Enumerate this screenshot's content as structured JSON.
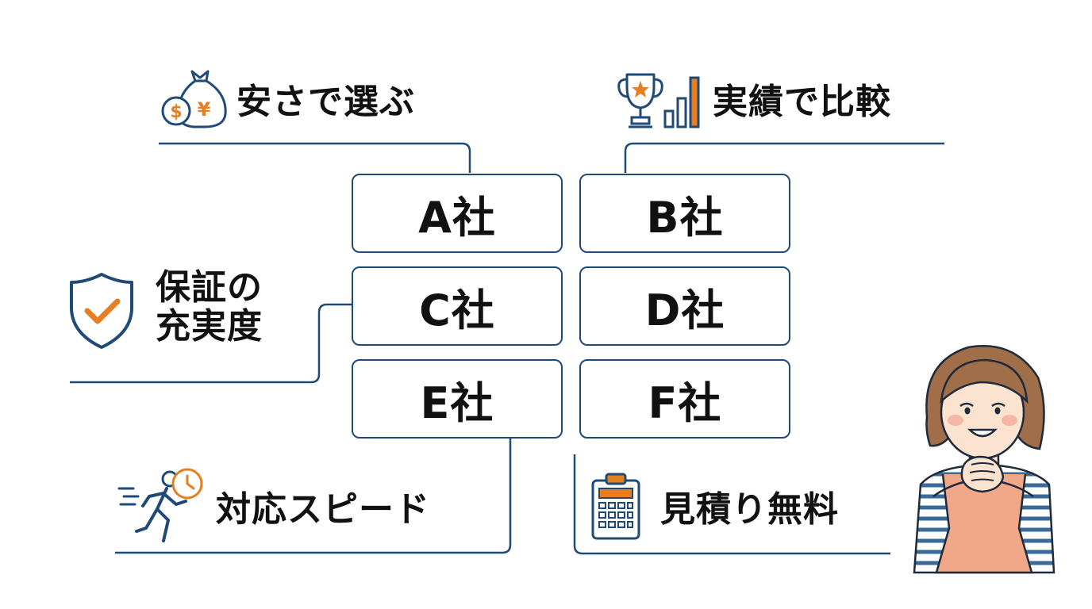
{
  "companies": [
    {
      "id": "a",
      "label": "A社"
    },
    {
      "id": "b",
      "label": "B社"
    },
    {
      "id": "c",
      "label": "C社"
    },
    {
      "id": "d",
      "label": "D社"
    },
    {
      "id": "e",
      "label": "E社"
    },
    {
      "id": "f",
      "label": "F社"
    }
  ],
  "criteria": {
    "price": {
      "label": "安さで選ぶ",
      "icon": "money-bag-coin-icon"
    },
    "track_record": {
      "label": "実績で比較",
      "icon": "trophy-bar-chart-icon"
    },
    "warranty": {
      "line1": "保証の",
      "line2": "充実度",
      "icon": "shield-check-icon"
    },
    "speed": {
      "label": "対応スピード",
      "icon": "running-person-clock-icon"
    },
    "estimate": {
      "label": "見積り無料",
      "icon": "calculator-clipboard-icon"
    }
  },
  "icon_text": {
    "dollar": "$",
    "yen": "¥"
  },
  "colors": {
    "navy": "#1f4a78",
    "orange": "#e67e22",
    "text": "#111111"
  }
}
